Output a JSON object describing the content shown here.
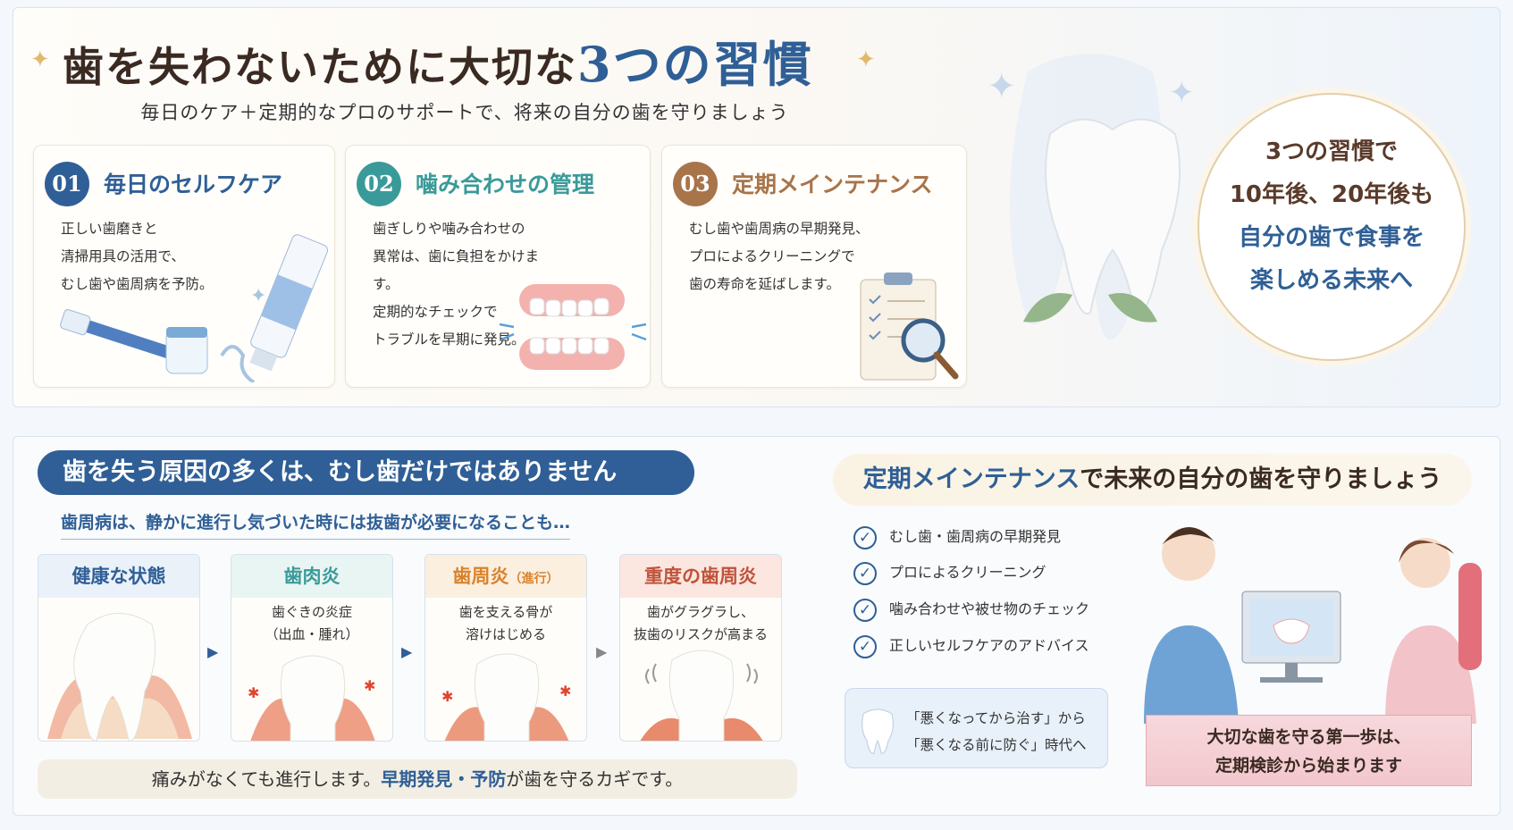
{
  "header": {
    "title_main": "歯を失わないために大切な",
    "title_accent": "3つの習慣",
    "subtitle": "毎日のケア＋定期的なプロのサポートで、将来の自分の歯を守りましょう"
  },
  "habits": [
    {
      "num": "01",
      "title": "毎日のセルフケア",
      "body": "正しい歯磨きと\n清掃用具の活用で、\nむし歯や歯周病を予防。",
      "color": "#2f5f96"
    },
    {
      "num": "02",
      "title": "噛み合わせの管理",
      "body": "歯ぎしりや噛み合わせの\n異常は、歯に負担をかけます。\n定期的なチェックで\nトラブルを早期に発見。",
      "color": "#3a9a9a"
    },
    {
      "num": "03",
      "title": "定期メインテナンス",
      "body": "むし歯や歯周病の早期発見、\nプロによるクリーニングで\n歯の寿命を延ばします。",
      "color": "#a8744a"
    }
  ],
  "circle": {
    "line1": "3つの習慣で",
    "line2": "10年後、20年後も",
    "line3": "自分の歯で食事を",
    "line4": "楽しめる未来へ"
  },
  "causes": {
    "banner": "歯を失う原因の多くは、むし歯だけではありません",
    "sub": "歯周病は、静かに進行し気づいた時には抜歯が必要になることも…",
    "stages": [
      {
        "title": "健康な状態",
        "title_sub": "",
        "body": "",
        "color": "#2f5f96",
        "head_bg": "#eaf1f9"
      },
      {
        "title": "歯肉炎",
        "title_sub": "",
        "body": "歯ぐきの炎症\n（出血・腫れ）",
        "color": "#3a9a9a",
        "head_bg": "#e9f5f2"
      },
      {
        "title": "歯周炎",
        "title_sub": "（進行）",
        "body": "歯を支える骨が\n溶けはじめる",
        "color": "#d9822b",
        "head_bg": "#fbefe0"
      },
      {
        "title": "重度の歯周炎",
        "title_sub": "",
        "body": "歯がグラグラし、\n抜歯のリスクが高まる",
        "color": "#c0533a",
        "head_bg": "#fbe6e0"
      }
    ],
    "bottom_pre": "痛みがなくても進行します。",
    "bottom_accent": "早期発見・予防",
    "bottom_post": "が歯を守るカギです。"
  },
  "maintenance": {
    "title_accent": "定期メインテナンス",
    "title_rest": "で未来の自分の歯を守りましょう",
    "checks": [
      "むし歯・歯周病の早期発見",
      "プロによるクリーニング",
      "噛み合わせや被せ物のチェック",
      "正しいセルフケアのアドバイス"
    ],
    "quote1": "「悪くなってから治す」から",
    "quote2": "「悪くなる前に防ぐ」時代へ",
    "ribbon1": "大切な歯を守る第一歩は、",
    "ribbon2": "定期検診から始まります"
  },
  "icons": [
    "sparkle-icon",
    "toothbrush-icon",
    "toothpaste-icon",
    "floss-icon",
    "dentures-icon",
    "clipboard-icon",
    "magnifier-icon",
    "tooth-icon",
    "leaf-icon",
    "check-icon",
    "monitor-icon"
  ]
}
